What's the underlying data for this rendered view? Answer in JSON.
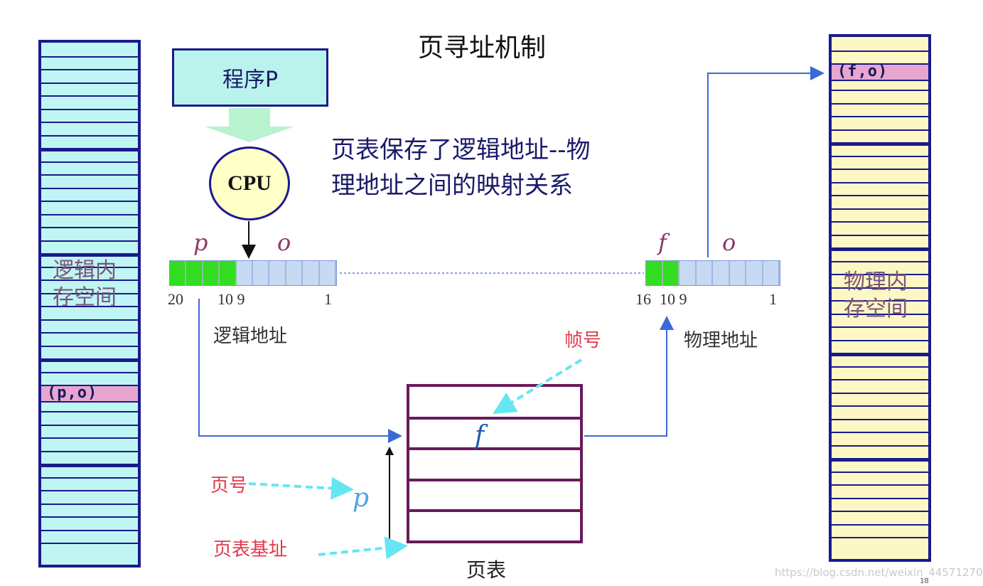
{
  "title": "页寻址机制",
  "program_label": "程序P",
  "cpu_label": "CPU",
  "note_lines": [
    "页表保存了逻辑地址--物",
    "理地址之间的映射关系"
  ],
  "logical_address": {
    "p_label": "p",
    "o_label": "o",
    "bits_high": "20",
    "bits_mid": "10 9",
    "bits_low": "1",
    "caption": "逻辑地址"
  },
  "physical_address": {
    "f_label": "f",
    "o_label": "o",
    "bits_high": "16",
    "bits_mid": "10 9",
    "bits_low": "1",
    "caption": "物理地址"
  },
  "logical_memory": {
    "label_lines": [
      "逻辑内",
      "存空间"
    ],
    "highlight": "(p,o)"
  },
  "physical_memory": {
    "label_lines": [
      "物理内",
      "存空间"
    ],
    "highlight": "(f,o)"
  },
  "page_table": {
    "caption": "页表",
    "entry": "f",
    "frame_label": "帧号",
    "page_label": "页号",
    "p_marker": "p",
    "base_label": "页表基址"
  },
  "footer": {
    "watermark": "https://blog.csdn.net/weixin_44571270",
    "page_number": "18"
  },
  "colors": {
    "navy": "#1a1a8c",
    "logical_fill": "#bff5f3",
    "physical_fill": "#fcf7c4",
    "highlight": "#e7a6d0",
    "green_bits": "#33dd22",
    "red_text": "#e03a4a",
    "cyan_arrow": "#66e6f2"
  }
}
